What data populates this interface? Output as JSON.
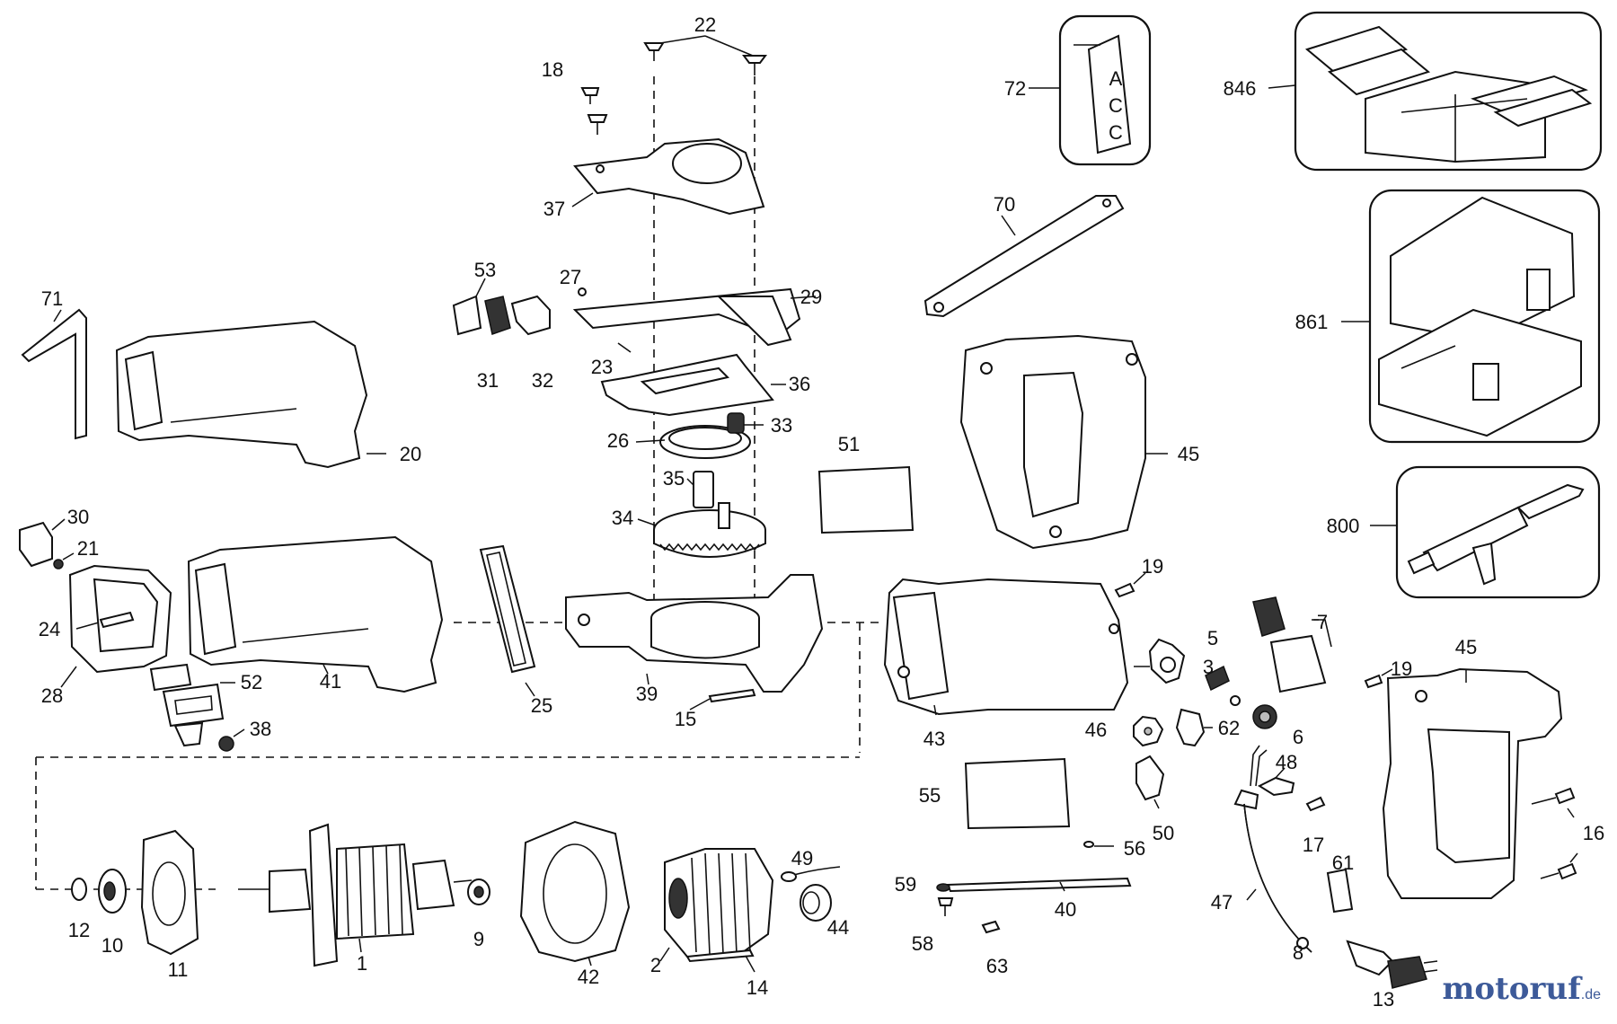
{
  "labels": {
    "l22": "22",
    "l18": "18",
    "l37": "37",
    "l72": "72",
    "l846": "846",
    "l70": "70",
    "l53": "53",
    "l27": "27",
    "l29": "29",
    "l71": "71",
    "l31": "31",
    "l32": "32",
    "l23": "23",
    "l36": "36",
    "l861": "861",
    "l26": "26",
    "l33": "33",
    "l51": "51",
    "l45a": "45",
    "l20": "20",
    "l35": "35",
    "l30": "30",
    "l34": "34",
    "l21": "21",
    "l800": "800",
    "l19a": "19",
    "l24": "24",
    "l5": "5",
    "l7": "7",
    "l45b": "45",
    "l28": "28",
    "l41": "41",
    "l25": "25",
    "l39": "39",
    "l3": "3",
    "l19b": "19",
    "l52": "52",
    "l43": "43",
    "l15": "15",
    "l38": "38",
    "l46": "46",
    "l62": "62",
    "l6": "6",
    "l48": "48",
    "l55": "55",
    "l50": "50",
    "l56": "56",
    "l17": "17",
    "l16": "16",
    "l49": "49",
    "l59": "59",
    "l40": "40",
    "l61": "61",
    "l47": "47",
    "l12": "12",
    "l10": "10",
    "l9": "9",
    "l44": "44",
    "l58": "58",
    "l8": "8",
    "l11": "11",
    "l1": "1",
    "l42": "42",
    "l2": "2",
    "l63": "63",
    "l14": "14",
    "l13": "13"
  },
  "acc_label": [
    "A",
    "C",
    "C"
  ],
  "watermark": {
    "text": "motoruf",
    "suffix": ".de",
    "color": "#3d5a99"
  },
  "colors": {
    "line": "#111111",
    "background": "#ffffff"
  }
}
